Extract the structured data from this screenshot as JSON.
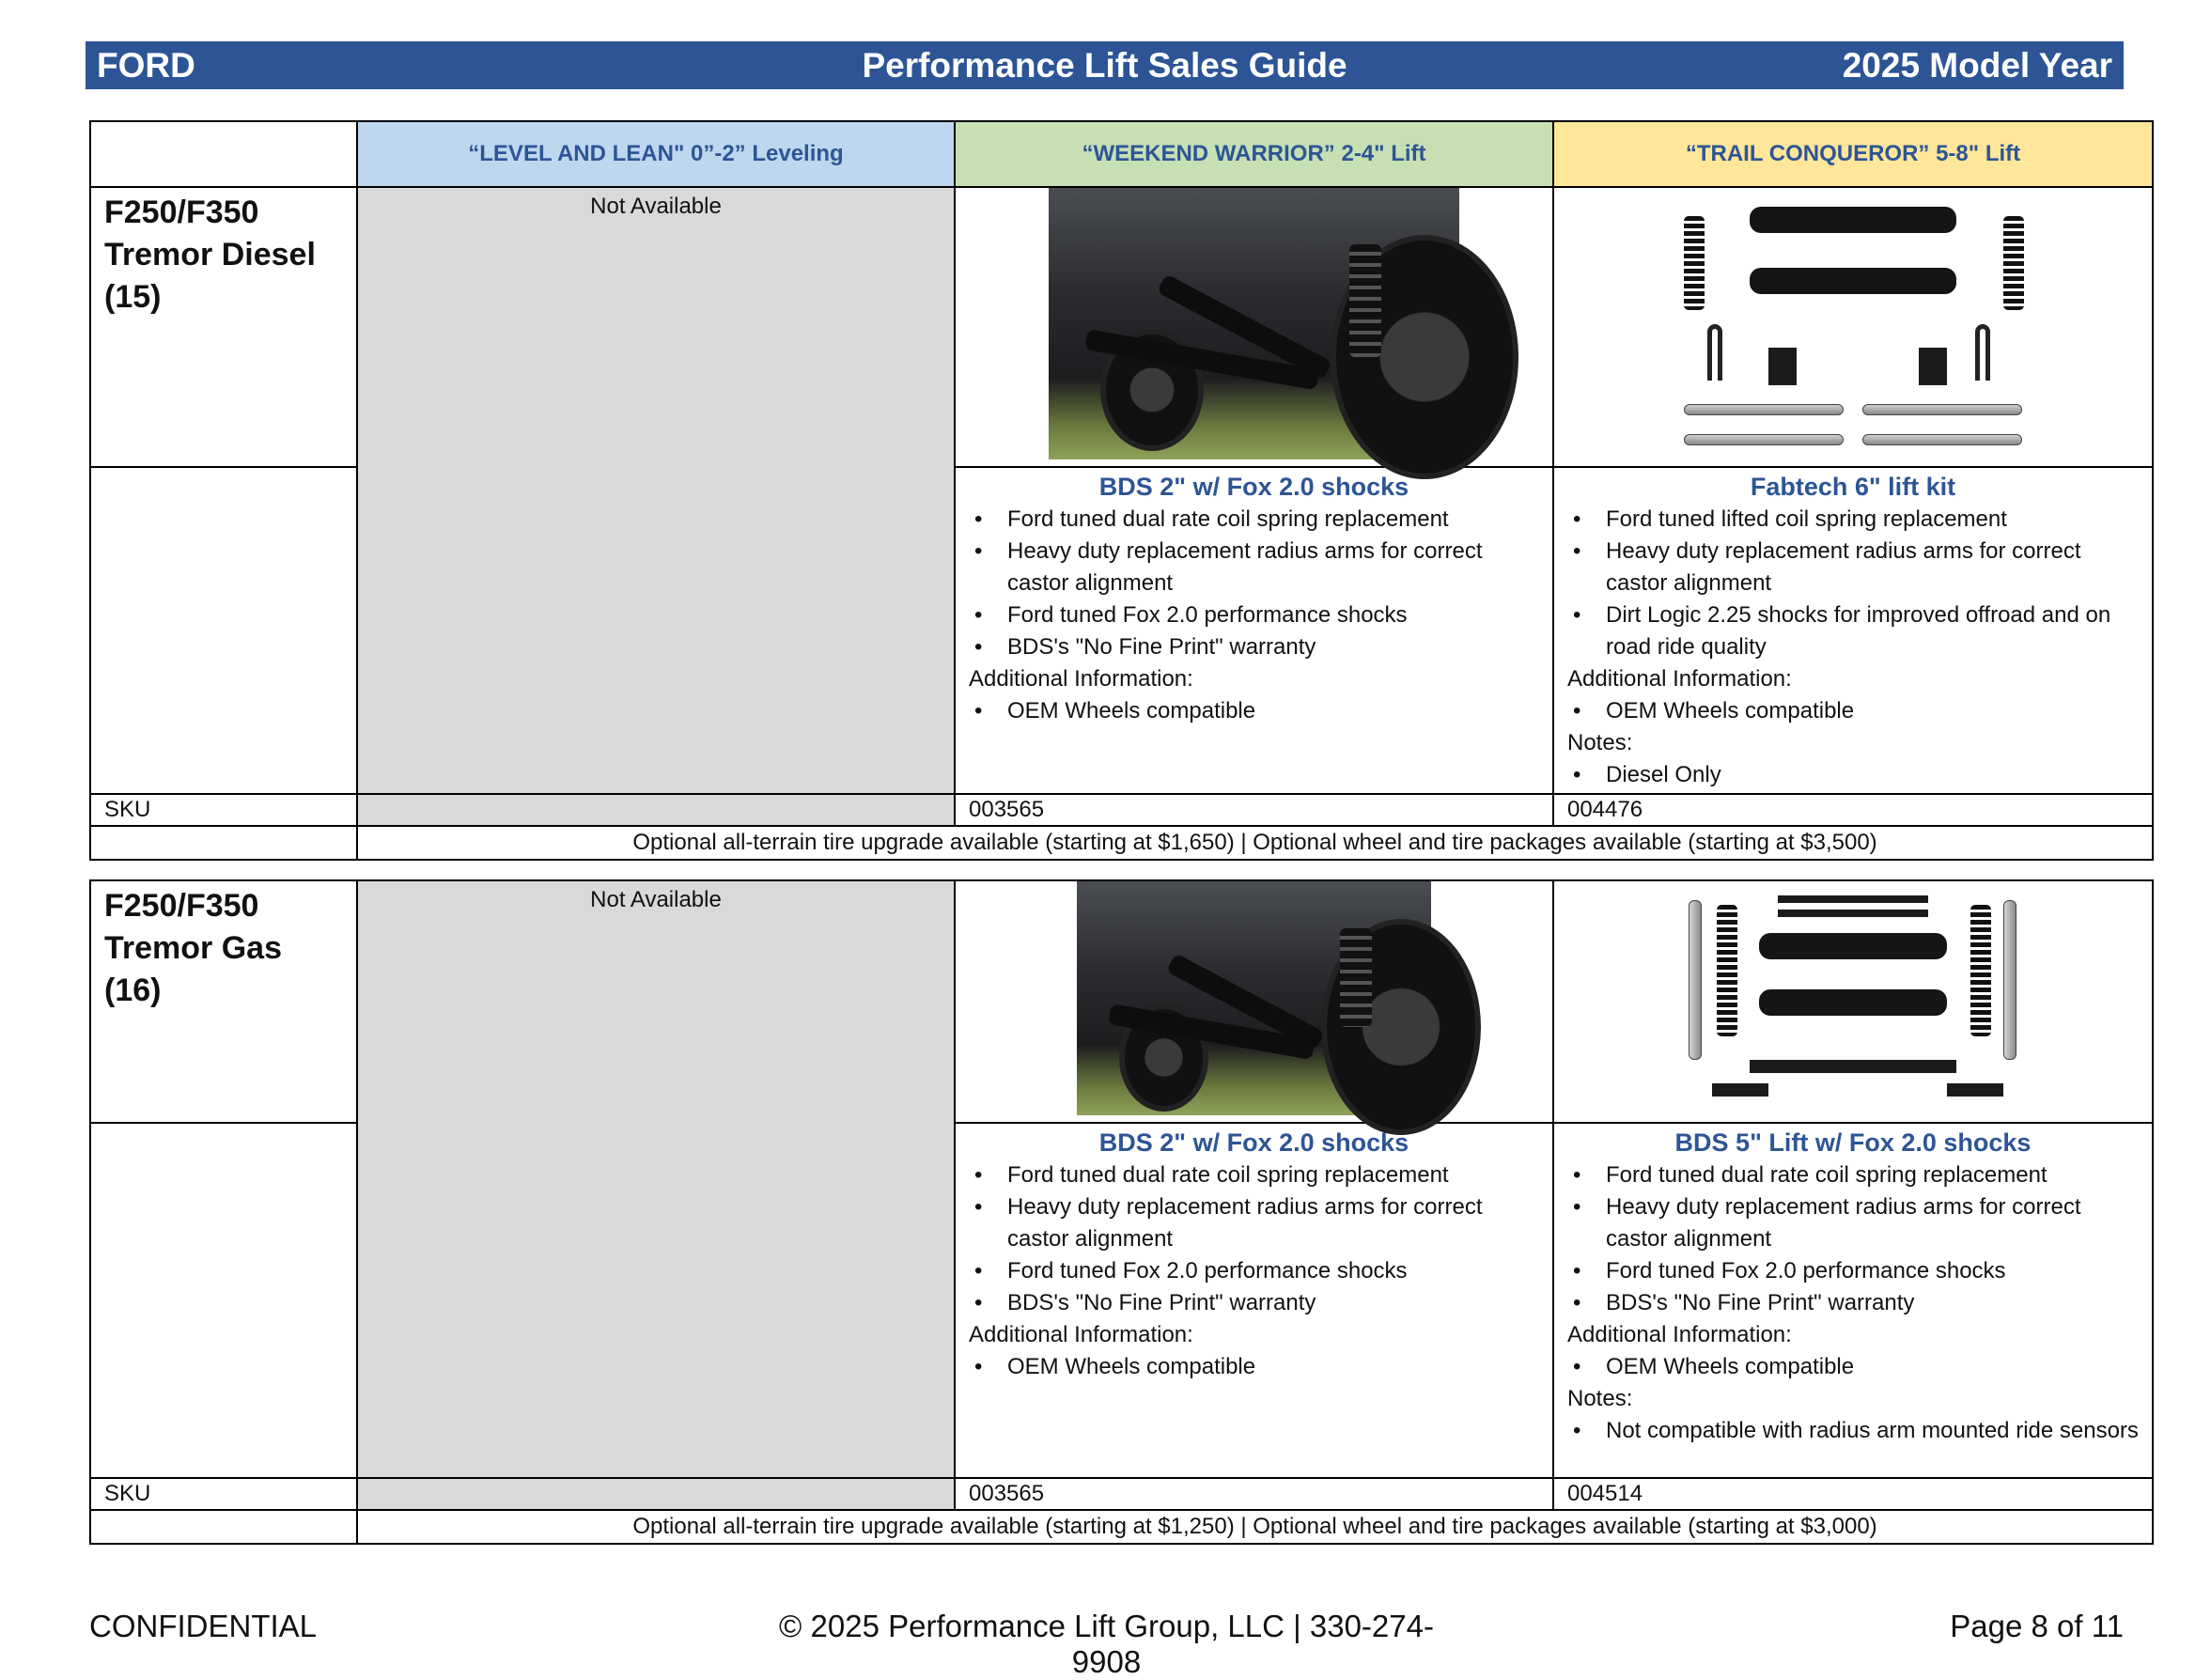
{
  "header": {
    "left": "FORD",
    "center": "Performance Lift Sales Guide",
    "right": "2025 Model Year"
  },
  "columns": [
    "“LEVEL AND LEAN\" 0”-2” Leveling",
    "“WEEKEND WARRIOR” 2-4\" Lift",
    "“TRAIL CONQUEROR” 5-8\" Lift"
  ],
  "colors": {
    "header_blue": "#2d5596",
    "col_blue": "#bdd7ee",
    "col_green": "#c6e0b4",
    "col_yellow": "#ffe699",
    "na_grey": "#d9d9d9"
  },
  "vehicles": [
    {
      "name_lines": [
        "F250/F350",
        "Tremor Diesel",
        "(15)"
      ],
      "level": "Not Available",
      "weekend": {
        "title": "BDS 2\" w/ Fox 2.0 shocks",
        "bullets": [
          "Ford tuned dual rate coil spring replacement",
          "Heavy duty replacement radius arms for correct castor alignment",
          "Ford tuned Fox 2.0 performance shocks",
          "BDS's \"No Fine Print\" warranty"
        ],
        "additional_label": "Additional Information:",
        "additional": [
          "OEM Wheels compatible"
        ],
        "sku": "003565"
      },
      "trail": {
        "title": "Fabtech 6\" lift kit",
        "bullets": [
          "Ford tuned lifted coil spring replacement",
          "Heavy duty replacement radius arms for correct castor alignment",
          "Dirt Logic 2.25 shocks for improved offroad and on road ride quality"
        ],
        "additional_label": "Additional Information:",
        "additional": [
          "OEM Wheels compatible"
        ],
        "notes_label": "Notes:",
        "notes": [
          "Diesel Only"
        ],
        "sku": "004476"
      },
      "sku_label": "SKU",
      "optional": "Optional all-terrain tire upgrade available (starting at $1,650) | Optional wheel and tire packages available (starting at $3,500)"
    },
    {
      "name_lines": [
        "F250/F350",
        "Tremor Gas",
        "(16)"
      ],
      "level": "Not Available",
      "weekend": {
        "title": "BDS 2\" w/ Fox 2.0 shocks",
        "bullets": [
          "Ford tuned dual rate coil spring replacement",
          "Heavy duty replacement radius arms for correct castor alignment",
          "Ford tuned Fox 2.0 performance shocks",
          "BDS's \"No Fine Print\" warranty"
        ],
        "additional_label": "Additional Information:",
        "additional": [
          "OEM Wheels compatible"
        ],
        "sku": "003565"
      },
      "trail": {
        "title": "BDS 5\" Lift w/ Fox 2.0 shocks",
        "bullets": [
          "Ford tuned dual rate coil spring replacement",
          "Heavy duty replacement radius arms for correct castor alignment",
          "Ford tuned Fox 2.0 performance shocks",
          "BDS's \"No Fine Print\" warranty"
        ],
        "additional_label": "Additional Information:",
        "additional": [
          "OEM Wheels compatible"
        ],
        "notes_label": "Notes:",
        "notes": [
          "Not compatible with radius arm mounted ride sensors"
        ],
        "sku": "004514"
      },
      "sku_label": "SKU",
      "optional": "Optional all-terrain tire upgrade available (starting at $1,250) | Optional wheel and tire packages available (starting at $3,000)"
    }
  ],
  "footer": {
    "left": "CONFIDENTIAL",
    "center": "© 2025 Performance Lift Group, LLC | 330-274-9908",
    "right": "Page 8 of 11"
  }
}
